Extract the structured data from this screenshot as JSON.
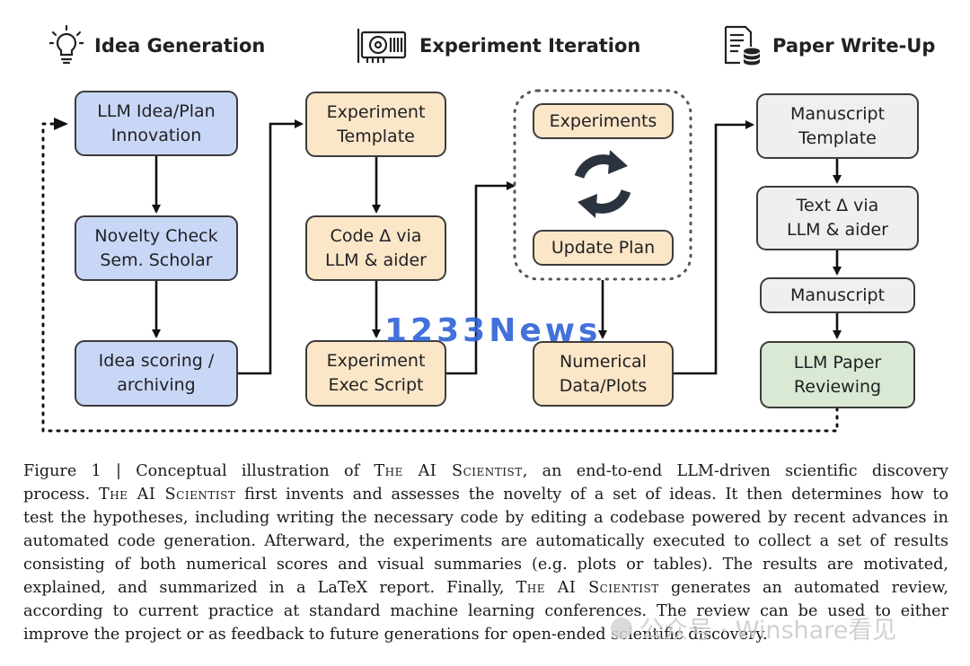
{
  "headers": {
    "idea": "Idea Generation",
    "experiment": "Experiment Iteration",
    "paper": "Paper Write-Up"
  },
  "icons": {
    "idea": "lightbulb-icon",
    "experiment": "graphics-card-icon",
    "paper": "document-database-icon",
    "loop": "refresh-cycle-icon"
  },
  "boxes": {
    "llm_idea": "LLM Idea/Plan\nInnovation",
    "novelty": "Novelty Check\nSem. Scholar",
    "scoring": "Idea scoring /\narchiving",
    "exp_template": "Experiment\nTemplate",
    "code_delta": "Code Δ via\nLLM & aider",
    "exec_script": "Experiment\nExec Script",
    "experiments": "Experiments",
    "update_plan": "Update Plan",
    "numerical": "Numerical\nData/Plots",
    "manuscript_template": "Manuscript\nTemplate",
    "text_delta": "Text Δ via\nLLM & aider",
    "manuscript": "Manuscript",
    "reviewing": "LLM Paper\nReviewing"
  },
  "colors": {
    "idea_boxes": "#c9d7f7",
    "experiment_boxes": "#fbe6c8",
    "paper_boxes": "#efefef",
    "review_box": "#d9e9d3",
    "loop_icon": "#2b3340"
  },
  "caption": {
    "figure_label": "Figure 1 | ",
    "l1_a": "Conceptual illustration of ",
    "sc_name": "The AI Scientist",
    "l1_b": ", an end-to-end LLM-driven scientific discovery",
    "l2_a": "process. ",
    "l2_b": " first invents and assesses the novelty of a set of ideas. It then determines how to",
    "l3": "test the hypotheses, including writing the necessary code by editing a codebase powered by recent advances in",
    "l4": "automated code generation. Afterward, the experiments are automatically executed to collect a set of results",
    "l5": "consisting of both numerical scores and visual summaries (e.g. plots or tables). The results are motivated,",
    "l6_a": "explained, and summarized in a LaTeX report. Finally, ",
    "l6_b": " generates an automated review,",
    "l7": "according to current practice at standard machine learning conferences. The review can be used to either",
    "l8": "improve the project or as feedback to future generations for open-ended scientific discovery."
  },
  "watermarks": {
    "main": "1233News",
    "wechat": "公众号 · Winshare看见"
  }
}
